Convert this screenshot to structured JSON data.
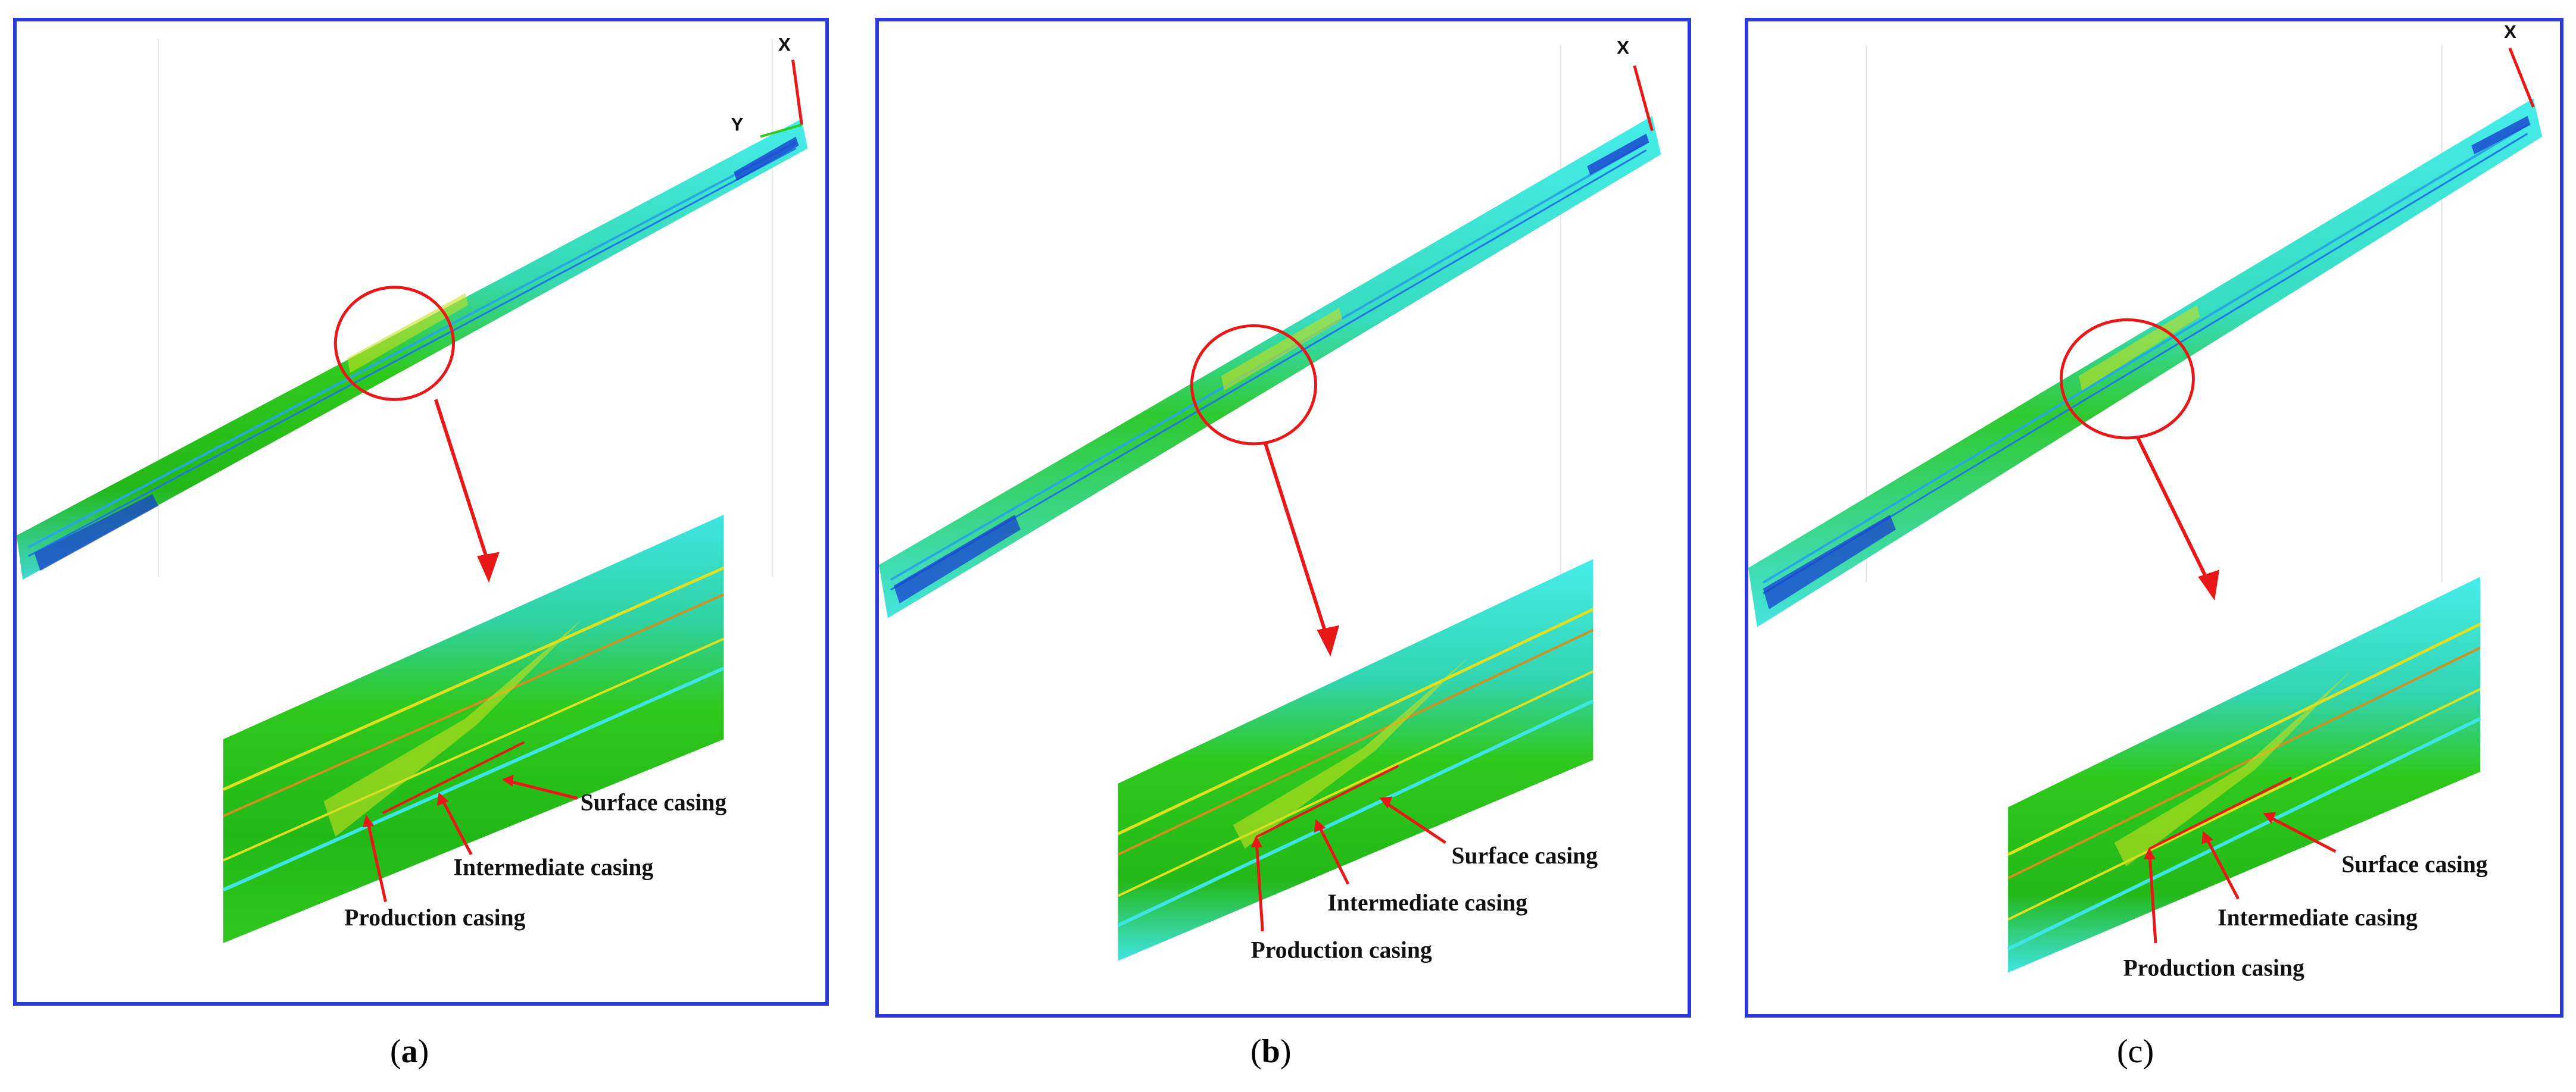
{
  "panels": [
    {
      "caption": "a",
      "caption_bold": true,
      "axis_labels": [
        "X",
        "Y"
      ],
      "callouts": [
        "Surface casing",
        "Intermediate casing",
        "Production casing"
      ]
    },
    {
      "caption": "b",
      "caption_bold": true,
      "axis_labels": [
        "X"
      ],
      "callouts": [
        "Surface casing",
        "Intermediate casing",
        "Production casing"
      ]
    },
    {
      "caption": "c",
      "caption_bold": false,
      "axis_labels": [
        "X"
      ],
      "callouts": [
        "Surface casing",
        "Intermediate casing",
        "Production casing"
      ]
    }
  ],
  "colors": {
    "border": "#2c3ad8",
    "annotation_red": "#e81818",
    "casing_cyan": "#3fe8e0",
    "casing_green": "#2fc81c",
    "stress_yellow": "#c8e020",
    "stress_blue": "#1a3fd0"
  }
}
